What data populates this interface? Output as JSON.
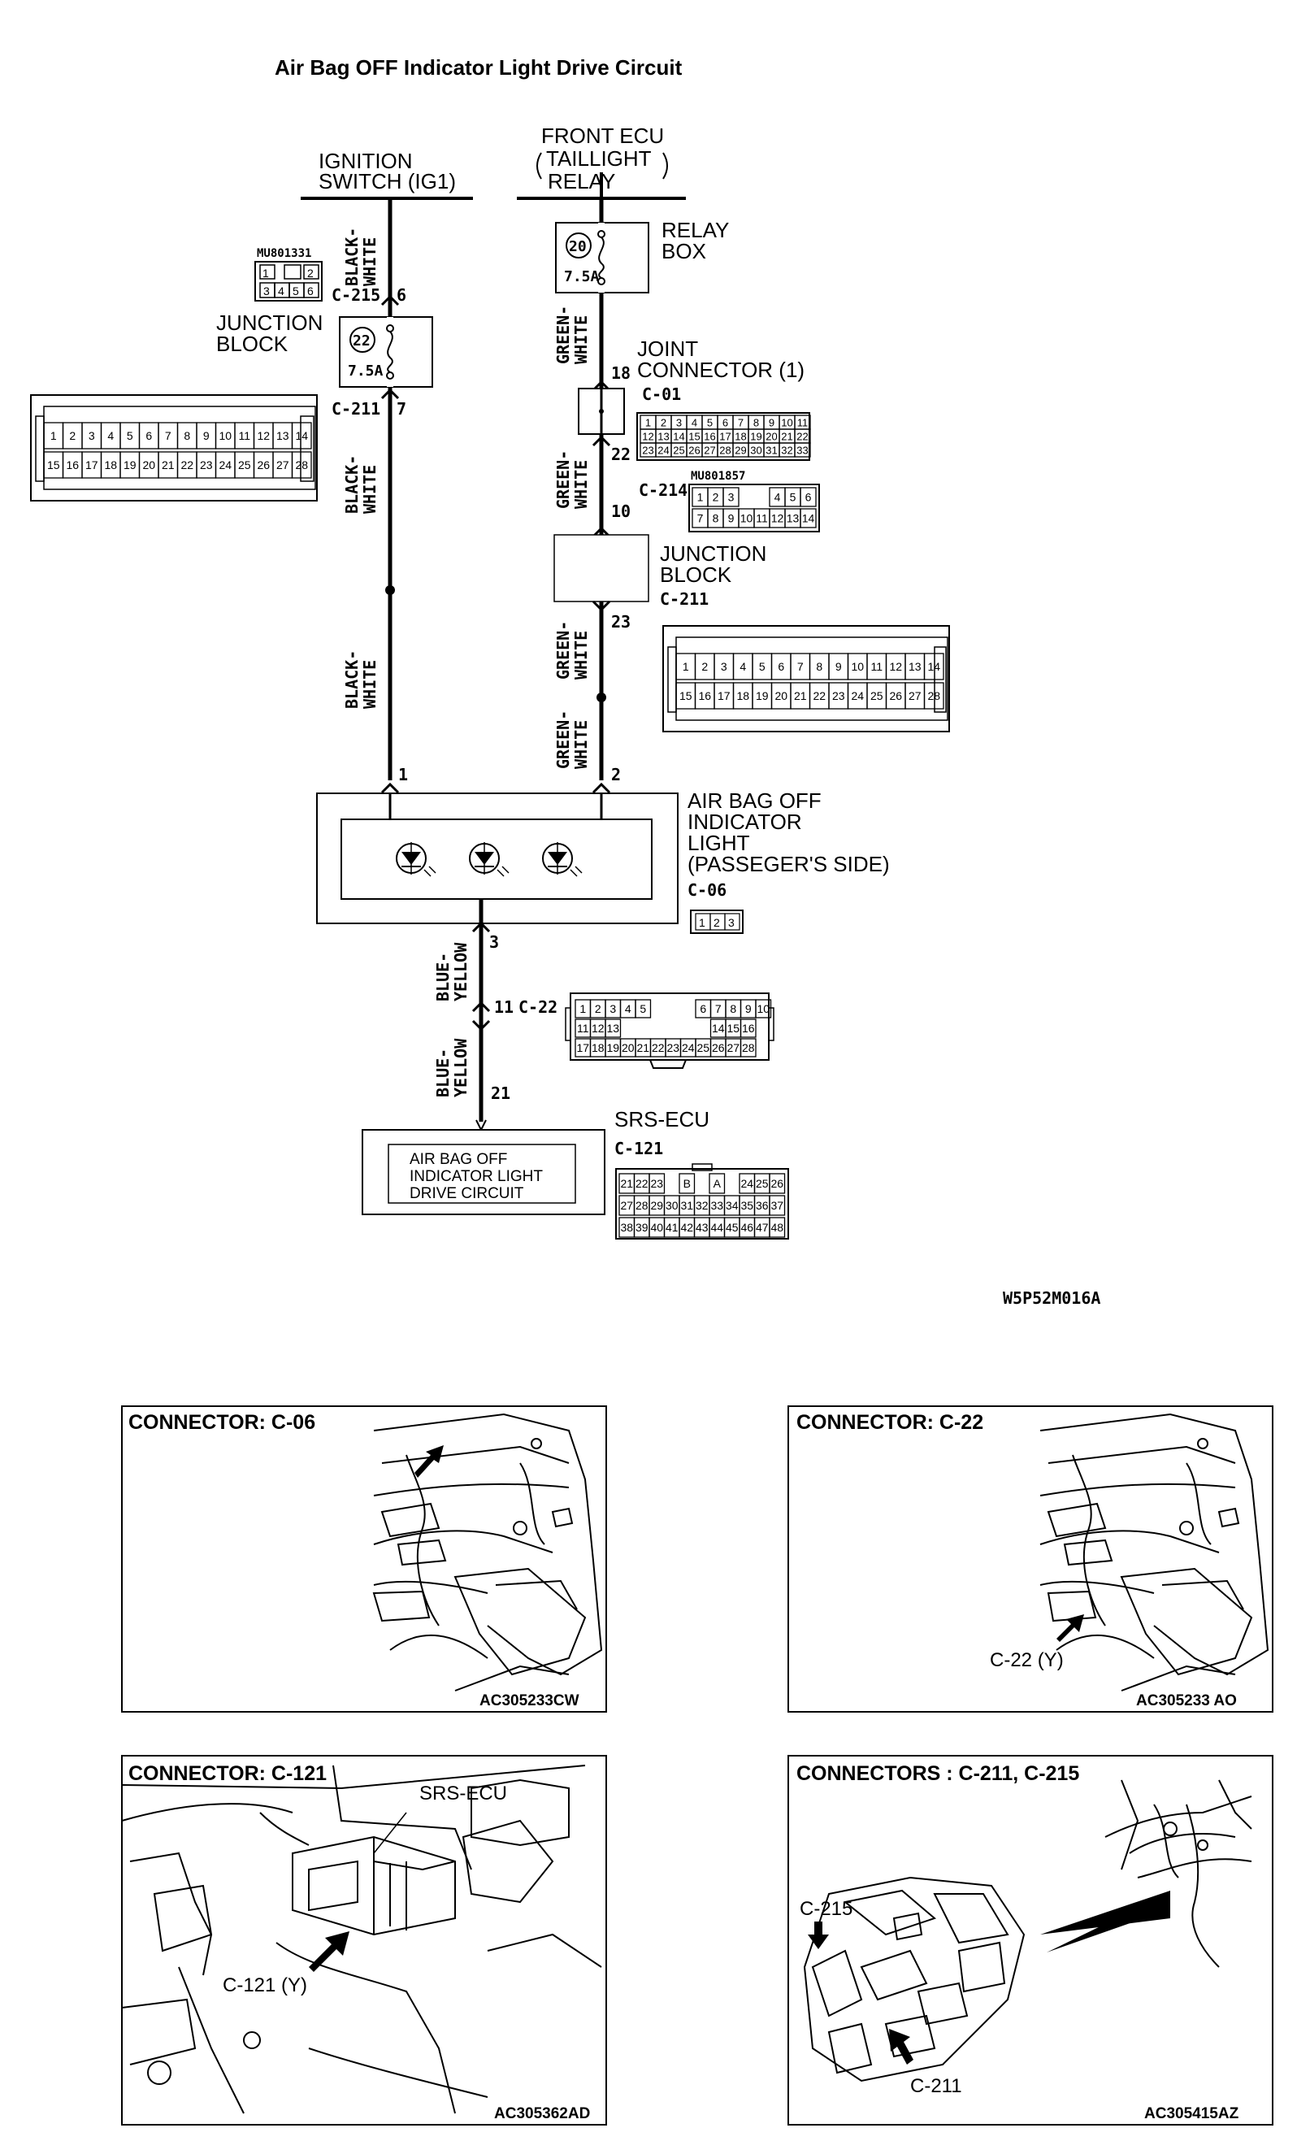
{
  "title": "Air Bag OFF Indicator Light Drive Circuit",
  "figure_code": "W5P52M016A",
  "top_left": {
    "ignition": [
      "IGNITION",
      "SWITCH (IG1)"
    ],
    "wire_black_white": [
      "BLACK-",
      "WHITE"
    ],
    "mu_code": "MU801331",
    "small_conn_cells": [
      [
        "1",
        "",
        "2"
      ],
      [
        "3",
        "4",
        "5",
        "6"
      ]
    ],
    "c215": "C-215",
    "pin6": "6",
    "junction_block": [
      "JUNCTION",
      "BLOCK"
    ],
    "fuse22": "22",
    "fuse_rating": "7.5A",
    "c211": "C-211",
    "pin7": "7",
    "pin1": "1"
  },
  "top_right": {
    "front_ecu": [
      "FRONT ECU",
      "TAILLIGHT",
      "RELAY"
    ],
    "relay_box": [
      "RELAY",
      "BOX"
    ],
    "fuse20": "20",
    "fuse_rating": "7.5A",
    "wire_green_white": [
      "GREEN-",
      "WHITE"
    ],
    "joint_connector": [
      "JOINT",
      "CONNECTOR (1)"
    ],
    "pin18": "18",
    "c01": "C-01",
    "pin22": "22",
    "c214": "C-214",
    "mu_code_2": "MU801857",
    "pin10": "10",
    "junction_block": [
      "JUNCTION",
      "BLOCK"
    ],
    "c211": "C-211",
    "pin23": "23",
    "pin2": "2"
  },
  "indicator": {
    "label": [
      "AIR BAG OFF",
      "INDICATOR",
      "LIGHT",
      "(PASSEGER'S SIDE)"
    ],
    "c06": "C-06",
    "c06_cells": [
      "1",
      "2",
      "3"
    ],
    "pin3": "3"
  },
  "lower_wire": {
    "wire_blue_yellow": [
      "BLUE-",
      "YELLOW"
    ],
    "pin11": "11",
    "c22": "C-22",
    "pin21": "21",
    "c22_rows": [
      [
        "1",
        "2",
        "3",
        "4",
        "5",
        "",
        "",
        "",
        "6",
        "7",
        "8",
        "9",
        "10"
      ],
      [
        "11",
        "12",
        "13",
        "",
        "",
        "",
        "",
        "",
        "",
        "14",
        "15",
        "16"
      ],
      [
        "17",
        "18",
        "19",
        "20",
        "21",
        "22",
        "23",
        "24",
        "25",
        "26",
        "27",
        "28"
      ]
    ]
  },
  "srs": {
    "label": "SRS-ECU",
    "inner": [
      "AIR BAG OFF",
      "INDICATOR LIGHT",
      "DRIVE CIRCUIT"
    ],
    "c121": "C-121",
    "rows": [
      [
        "21",
        "22",
        "23",
        "",
        "B",
        "",
        "A",
        "",
        "24",
        "25",
        "26"
      ],
      [
        "27",
        "28",
        "29",
        "30",
        "31",
        "32",
        "33",
        "34",
        "35",
        "36",
        "37"
      ],
      [
        "38",
        "39",
        "40",
        "41",
        "42",
        "43",
        "44",
        "45",
        "46",
        "47",
        "48"
      ]
    ]
  },
  "connector_14": {
    "row1": [
      "1",
      "2",
      "3",
      "4",
      "5",
      "6",
      "7",
      "8",
      "9",
      "10",
      "11",
      "12",
      "13",
      "14"
    ],
    "row2": [
      "15",
      "16",
      "17",
      "18",
      "19",
      "20",
      "21",
      "22",
      "23",
      "24",
      "25",
      "26",
      "27",
      "28"
    ]
  },
  "c01_grid": [
    [
      "1",
      "2",
      "3",
      "4",
      "5",
      "6",
      "7",
      "8",
      "9",
      "10",
      "11"
    ],
    [
      "12",
      "13",
      "14",
      "15",
      "16",
      "17",
      "18",
      "19",
      "20",
      "21",
      "22"
    ],
    [
      "23",
      "24",
      "25",
      "26",
      "27",
      "28",
      "29",
      "30",
      "31",
      "32",
      "33"
    ]
  ],
  "c214_grid": [
    [
      "1",
      "2",
      "3",
      "",
      "",
      "4",
      "5",
      "6"
    ],
    [
      "7",
      "8",
      "9",
      "10",
      "11",
      "12",
      "13",
      "14"
    ]
  ],
  "panels": [
    {
      "title": "CONNECTOR: C-06",
      "code": "AC305233CW",
      "callouts": []
    },
    {
      "title": "CONNECTOR: C-22",
      "code": "AC305233 AO",
      "callouts": [
        "C-22 (Y)"
      ]
    },
    {
      "title": "CONNECTOR: C-121",
      "code": "AC305362AD",
      "callouts": [
        "SRS-ECU",
        "C-121 (Y)"
      ]
    },
    {
      "title": "CONNECTORS : C-211, C-215",
      "code": "AC305415AZ",
      "callouts": [
        "C-215",
        "C-211"
      ]
    }
  ]
}
